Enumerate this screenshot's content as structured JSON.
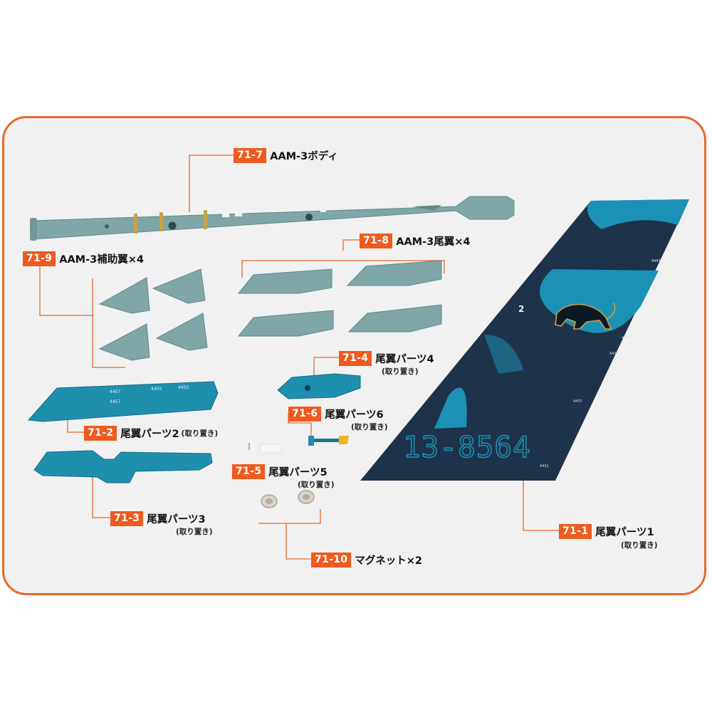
{
  "labels": [
    {
      "key": "71-7",
      "code": "71-7",
      "name": "AAM-3ボディ",
      "note": "",
      "sub": ""
    },
    {
      "key": "71-8",
      "code": "71-8",
      "name": "AAM-3尾翼×4",
      "note": "",
      "sub": ""
    },
    {
      "key": "71-9",
      "code": "71-9",
      "name": "AAM-3補助翼×4",
      "note": "",
      "sub": ""
    },
    {
      "key": "71-4",
      "code": "71-4",
      "name": "尾翼パーツ4",
      "note": "",
      "sub": "(取り置き)"
    },
    {
      "key": "71-6",
      "code": "71-6",
      "name": "尾翼パーツ6",
      "note": "",
      "sub": "(取り置き)"
    },
    {
      "key": "71-2",
      "code": "71-2",
      "name": "尾翼パーツ2",
      "note": "(取り置き)",
      "sub": ""
    },
    {
      "key": "71-5",
      "code": "71-5",
      "name": "尾翼パーツ5",
      "note": "",
      "sub": "(取り置き)"
    },
    {
      "key": "71-3",
      "code": "71-3",
      "name": "尾翼パーツ3",
      "note": "",
      "sub": "(取り置き)"
    },
    {
      "key": "71-1",
      "code": "71-1",
      "name": "尾翼パーツ1",
      "note": "",
      "sub": "(取り置き)"
    },
    {
      "key": "71-10",
      "code": "71-10",
      "name": "マグネット×2",
      "note": "",
      "sub": ""
    }
  ],
  "tail_markings": {
    "serial": "13-8564",
    "squadron_number": "2",
    "stencils": [
      "4443",
      "4439",
      "4435",
      "4437",
      "4431"
    ]
  },
  "part_stencils": [
    "4457",
    "4455",
    "4455",
    "4457"
  ],
  "colors": {
    "accent": "#ee5a1f",
    "frame": "#e8692c",
    "missile_gray": "#7fa7a8",
    "part_teal": "#1f8fae",
    "tail_navy": "#1e3249"
  }
}
